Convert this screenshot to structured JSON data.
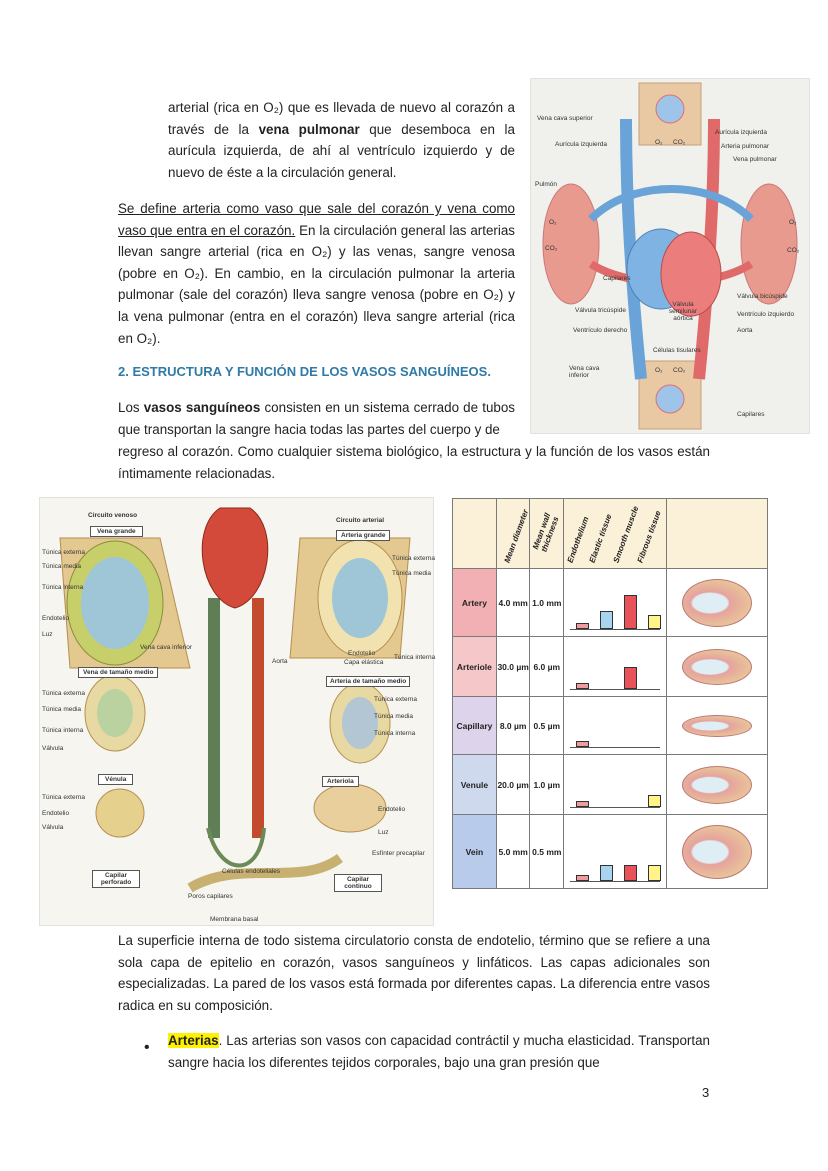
{
  "paragraphs": {
    "p1": "arterial (rica en O₂) que es llevada de nuevo al corazón a través de la",
    "p1_bold": "vena pulmonar",
    "p1_rest": "que desemboca en la aurícula izquierda, de ahí al ventrículo izquierdo y de nuevo de éste a la circulación general.",
    "p2_underlined": "Se define arteria como vaso que sale del corazón y vena como vaso que entra en el corazón.",
    "p2_rest": "En la circulación general las arterias llevan sangre arterial (rica en O₂) y las venas, sangre venosa (pobre en O₂). En cambio, en la circulación pulmonar la arteria pulmonar (sale del corazón) lleva sangre venosa (pobre en O₂) y la vena pulmonar (entra en el corazón) lleva sangre arterial (rica en O₂).",
    "heading": "2. ESTRUCTURA Y FUNCIÓN DE LOS VASOS SANGUÍNEOS.",
    "p3_start": "Los",
    "p3_bold": "vasos sanguíneos",
    "p3_rest1": "consisten en un sistema cerrado de tubos que transportan la sangre hacia todas las partes del cuerpo y de",
    "p3_rest2": "regreso al corazón. Como cualquier sistema biológico, la estructura y la función de los vasos están íntimamente relacionadas.",
    "p4": "La superficie interna de todo sistema circulatorio consta de endotelio, término que se refiere a una sola capa de epitelio en corazón, vasos sanguíneos y linfáticos. Las capas adicionales son especializadas. La pared de los vasos está formada por diferentes capas. La diferencia entre vasos radica en su composición.",
    "bullet_highlight": "Arterias",
    "bullet_text": ". Las arterias son vasos con capacidad contráctil y mucha elasticidad. Transportan sangre hacia los diferentes tejidos corporales, bajo una gran presión que"
  },
  "page_number": "3",
  "circulation_figure": {
    "labels": [
      "Vena cava superior",
      "Aurícula izquierda",
      "O₂",
      "CO₂",
      "Aurícula izquierda",
      "Arteria pulmonar",
      "Vena pulmonar",
      "Pulmón",
      "O₂",
      "CO₂",
      "O₂",
      "CO₂",
      "Capilares",
      "Válvula tricúspide",
      "Válvula semilunar aórtica",
      "Válvula bicúspide",
      "Ventrículo derecho",
      "Ventrículo izquierdo",
      "Aorta",
      "Células tisulares",
      "Vena cava inferior",
      "O₂",
      "CO₂",
      "Capilares"
    ]
  },
  "vessel_figure": {
    "labels": [
      "Circuito venoso",
      "Vena grande",
      "Túnica externa",
      "Túnica media",
      "Túnica interna",
      "Endotelio",
      "Luz",
      "Vena cava inferior",
      "Vena de tamaño medio",
      "Túnica externa",
      "Túnica media",
      "Túnica interna",
      "Válvula",
      "Vénula",
      "Túnica externa",
      "Endotelio",
      "Válvula",
      "Capilar perforado",
      "Circuito arterial",
      "Arteria grande",
      "Túnica externa",
      "Túnica media",
      "Endotelio",
      "Capa elástica",
      "Túnica interna",
      "Aorta",
      "Arteria de tamaño medio",
      "Túnica externa",
      "Túnica media",
      "Túnica interna",
      "Arteriola",
      "Endotelio",
      "Luz",
      "Esfínter precapilar",
      "Células endoteliales",
      "Poros capilares",
      "Membrana basal",
      "Capilar continuo"
    ]
  },
  "vessel_table": {
    "headers": [
      "Mean diameter",
      "Mean wall thickness",
      "Endothelium",
      "Elastic tissue",
      "Smooth muscle",
      "Fibrous tissue"
    ],
    "rows": [
      {
        "name": "Artery",
        "diameter": "4.0 mm",
        "wall": "1.0 mm",
        "bars": [
          0.15,
          0.45,
          0.85,
          0.35
        ],
        "color": "#f2b0b4"
      },
      {
        "name": "Arteriole",
        "diameter": "30.0 µm",
        "wall": "6.0 µm",
        "bars": [
          0.15,
          0,
          0.55,
          0
        ],
        "color": "#f6c7c9"
      },
      {
        "name": "Capillary",
        "diameter": "8.0 µm",
        "wall": "0.5 µm",
        "bars": [
          0.15,
          0,
          0,
          0
        ],
        "color": "#ddd3ea"
      },
      {
        "name": "Venule",
        "diameter": "20.0 µm",
        "wall": "1.0 µm",
        "bars": [
          0.15,
          0,
          0,
          0.3
        ],
        "color": "#cfd9ee"
      },
      {
        "name": "Vein",
        "diameter": "5.0 mm",
        "wall": "0.5 mm",
        "bars": [
          0.15,
          0.4,
          0.4,
          0.4
        ],
        "color": "#b9cbea"
      }
    ],
    "bar_colors": [
      "#f19aa0",
      "#a8d4ee",
      "#e8535a",
      "#fff38a"
    ]
  }
}
